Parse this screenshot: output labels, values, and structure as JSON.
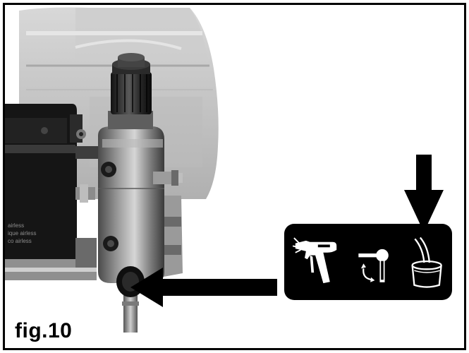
{
  "figure": {
    "label": "fig.10"
  },
  "pump_label_lines": [
    "airless",
    "ique airless",
    "co airless"
  ],
  "panel": {
    "icons": [
      "spray-gun-icon",
      "valve-rotate-icon",
      "bucket-hose-icon"
    ],
    "background": "#000000"
  },
  "arrows": [
    "arrow-down-icon",
    "arrow-left-icon"
  ],
  "colors": {
    "frame": "#000000",
    "ink": "#000000"
  }
}
